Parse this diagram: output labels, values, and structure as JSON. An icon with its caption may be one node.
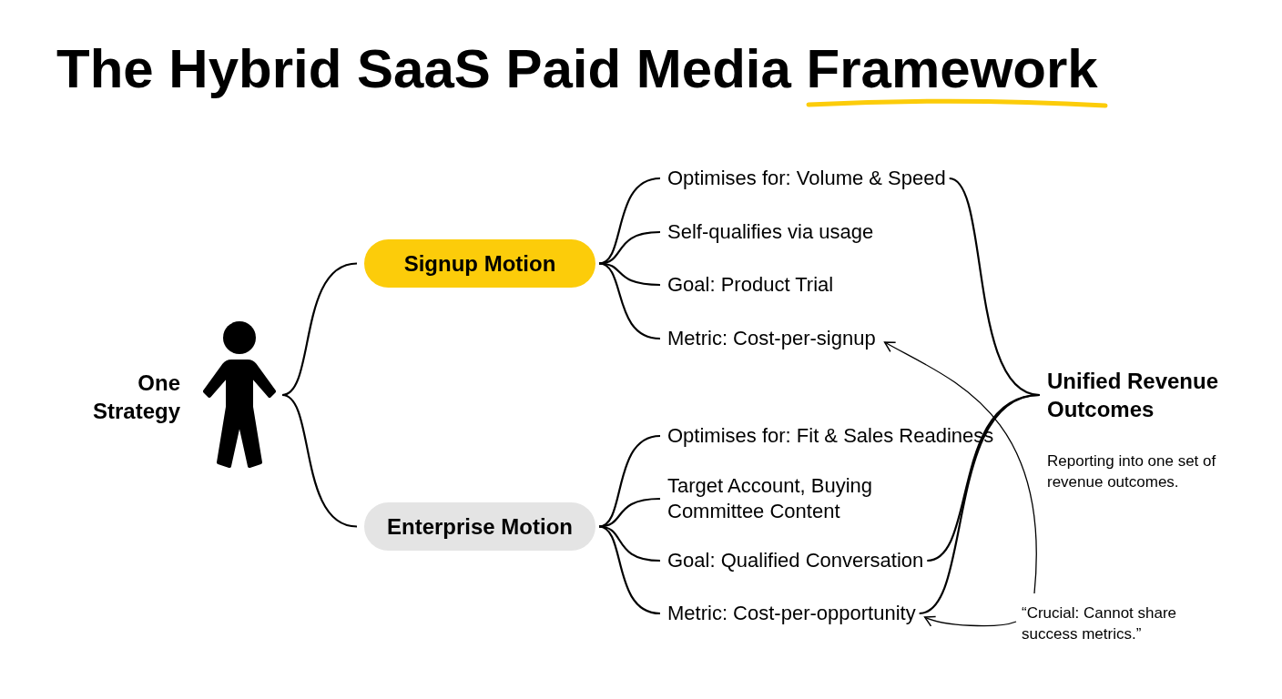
{
  "diagram": {
    "title": "The Hybrid SaaS Paid Media Framework",
    "nodes": [
      {
        "text": [
          "One Strategy"
        ]
      },
      {
        "text": [],
        "shape": "person"
      },
      {
        "text": [
          "Signup Motion"
        ]
      },
      {
        "text": [
          "Enterprise Motion"
        ]
      },
      {
        "text": [
          "Optimises for: Volume & Speed"
        ]
      },
      {
        "text": [
          "Self-qualifies via usage"
        ]
      },
      {
        "text": [
          "Goal: Product Trial"
        ]
      },
      {
        "text": [
          "Metric: Cost-per-signup"
        ]
      },
      {
        "text": [
          "Optimises for: Fit & Sales Readiness"
        ]
      },
      {
        "text": [
          "Target Account, Buying Committee Content"
        ]
      },
      {
        "text": [
          "Goal: Qualified Conversation"
        ]
      },
      {
        "text": [
          "Metric: Cost-per-opportunity"
        ]
      },
      {
        "text": [
          "Unified Revenue Outcomes"
        ],
        "beside": [
          "Reporting into one set of revenue outcomes."
        ]
      },
      {
        "text": [
          "“Crucial: Cannot share success metrics.”"
        ]
      }
    ],
    "edges": [
      {
        "from": 1,
        "to": 2,
        "arrow": "none"
      },
      {
        "from": 1,
        "to": 3,
        "arrow": "none"
      },
      {
        "from": 2,
        "to": 4,
        "arrow": "none"
      },
      {
        "from": 2,
        "to": 5,
        "arrow": "none"
      },
      {
        "from": 2,
        "to": 6,
        "arrow": "none"
      },
      {
        "from": 2,
        "to": 7,
        "arrow": "none"
      },
      {
        "from": 3,
        "to": 8,
        "arrow": "none"
      },
      {
        "from": 3,
        "to": 9,
        "arrow": "none"
      },
      {
        "from": 3,
        "to": 10,
        "arrow": "none"
      },
      {
        "from": 3,
        "to": 11,
        "arrow": "none"
      },
      {
        "from": 4,
        "to": 12,
        "arrow": "none"
      },
      {
        "from": 10,
        "to": 12,
        "arrow": "none"
      },
      {
        "from": 11,
        "to": 12,
        "arrow": "none"
      },
      {
        "from": 13,
        "to": 7,
        "arrow": "to"
      },
      {
        "from": 13,
        "to": 11,
        "arrow": "to"
      }
    ]
  }
}
